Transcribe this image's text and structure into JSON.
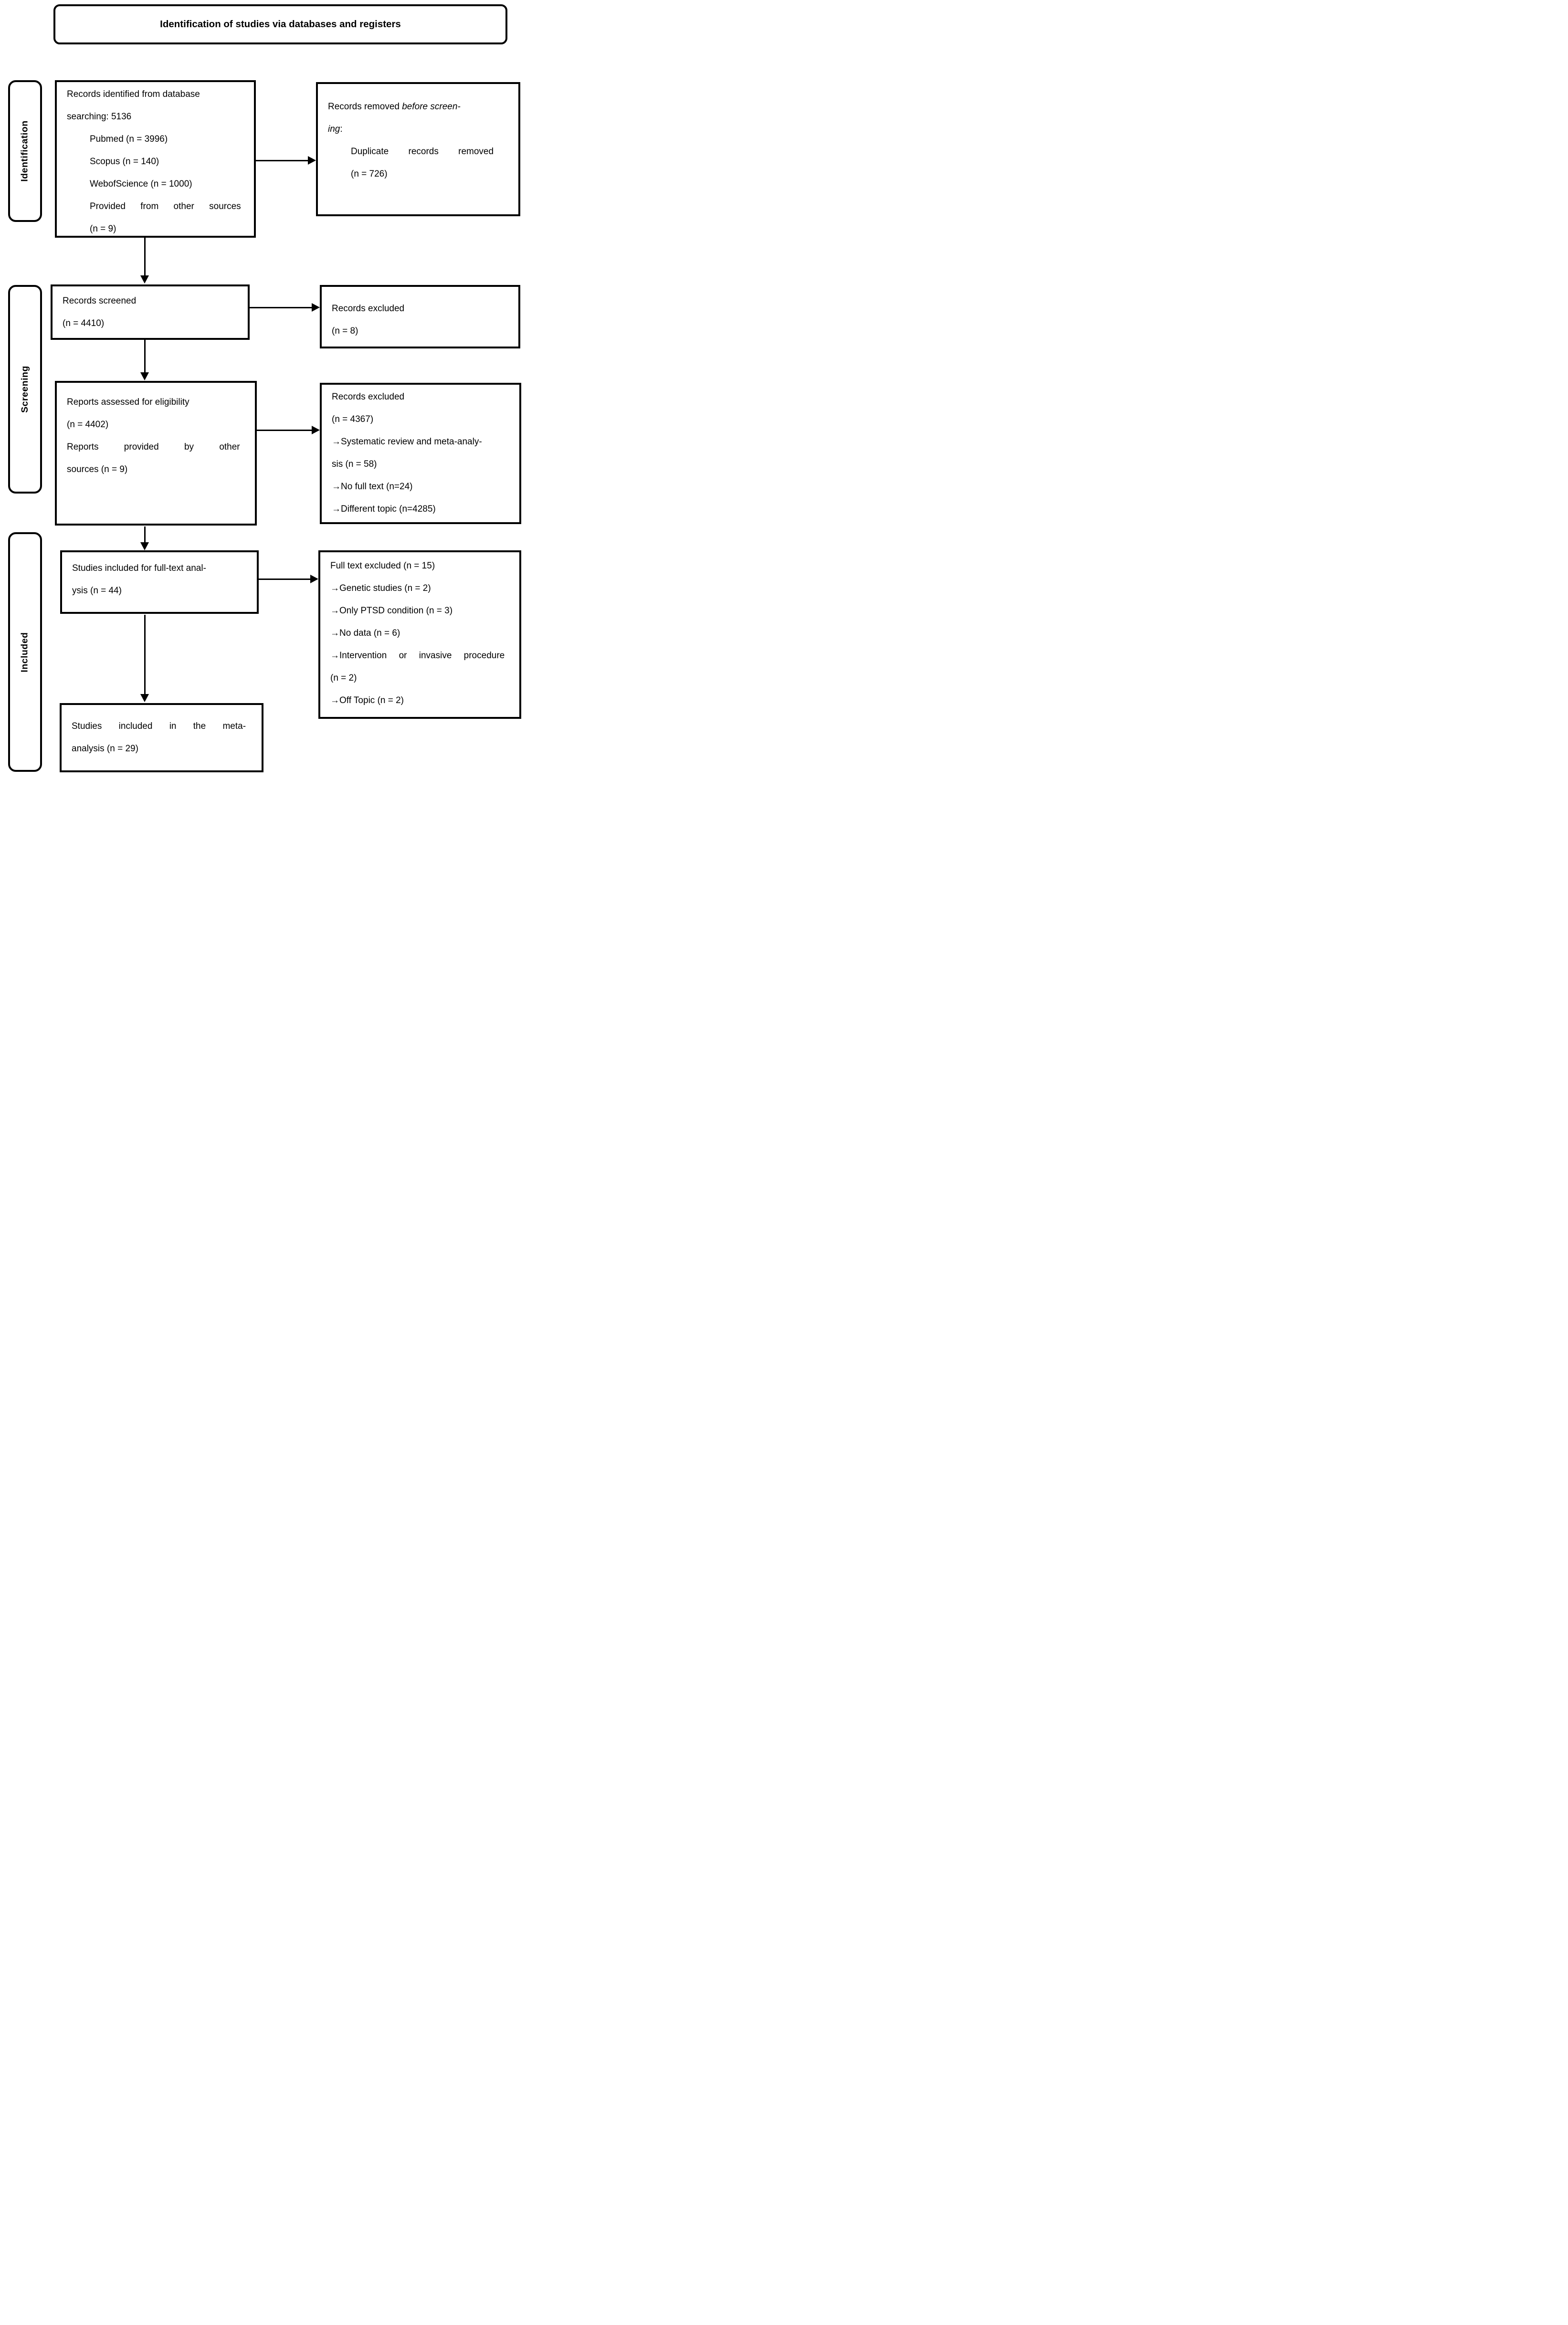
{
  "title": "Identification of studies via databases and registers",
  "stage_labels": {
    "identification": "Identification",
    "screening": "Screening",
    "included": "Included"
  },
  "boxes": {
    "identified": {
      "lines": [
        "Records identified from database",
        "searching: 5136",
        "Pubmed (n = 3996)",
        "Scopus (n = 140)",
        "WebofScience (n = 1000)",
        "Provided from other sources",
        "(n = 9)"
      ]
    },
    "removed_before_screening": {
      "line1_normal": "Records removed ",
      "line1_italic": "before screen-",
      "line2_italic": "ing",
      "line2_normal": ":",
      "lines": [
        "Duplicate records removed",
        "(n = 726)"
      ]
    },
    "screened": {
      "lines": [
        "Records screened",
        "(n = 4410)"
      ]
    },
    "excluded_screening": {
      "lines": [
        "Records excluded",
        "(n = 8)"
      ]
    },
    "assessed": {
      "lines": [
        "Reports assessed for eligibility",
        "(n = 4402)",
        "Reports provided by other",
        "sources (n = 9)"
      ]
    },
    "excluded_eligibility": {
      "lines": [
        "Records excluded",
        "(n = 4367)",
        "→Systematic review and meta-analy-",
        "sis (n = 58)",
        "→No full text (n=24)",
        "→Different topic (n=4285)"
      ]
    },
    "fulltext": {
      "lines": [
        "Studies included for full-text anal-",
        "ysis (n = 44)"
      ]
    },
    "fulltext_excluded": {
      "lines": [
        "Full text excluded (n = 15)",
        "→Genetic studies (n = 2)",
        "→Only PTSD condition (n = 3)",
        "→No data (n = 6)",
        "→Intervention or invasive procedure",
        "(n = 2)",
        "→Off Topic (n = 2)"
      ]
    },
    "included_meta": {
      "lines": [
        "Studies included in the meta-",
        "analysis (n = 29)"
      ]
    }
  }
}
